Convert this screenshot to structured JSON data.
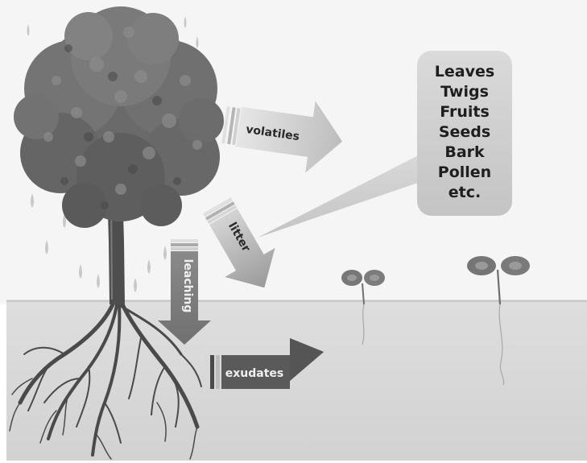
{
  "diagram": {
    "arrows": {
      "volatiles": "volatiles",
      "litter": "litter",
      "leaching": "leaching",
      "exudates": "exudates"
    },
    "bubble_items": [
      "Leaves",
      "Twigs",
      "Fruits",
      "Seeds",
      "Bark",
      "Pollen",
      "etc."
    ],
    "colors": {
      "sky": "#f4f4f4",
      "soil": "#dcdcdc",
      "foliage": "#6e6e6e",
      "bubble": "#cfcfcf",
      "arrow_light": "#c9c9c9",
      "arrow_dark": "#5b5b5b"
    }
  }
}
